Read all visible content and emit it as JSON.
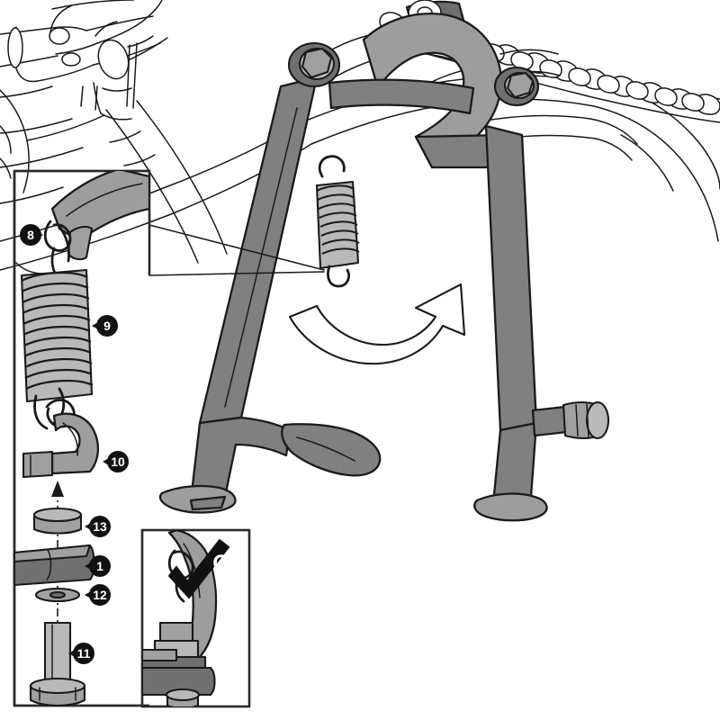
{
  "document": {
    "type": "technical-parts-diagram",
    "subject": "Motorcycle centre stand installation",
    "background_color": "#ffffff",
    "line_color": "#1a1a1a"
  },
  "palette": {
    "outline": "#1a1a1a",
    "stand_gray": "#808080",
    "stand_gray_dark": "#6e6e6e",
    "part_light": "#b9b9b9",
    "part_mid": "#a0a0a0",
    "part_dark": "#707070",
    "bubble_fill": "#111111",
    "bubble_text": "#ffffff",
    "white": "#ffffff"
  },
  "main_view": {
    "name": "centre-stand-installed-view",
    "description": "Motorcycle centre stand mounted under the frame, shown in grey against line-art bike",
    "background_lineart": [
      "frame",
      "engine-case",
      "swingarm",
      "drive-chain",
      "exhaust",
      "footpeg-bracket"
    ],
    "rotation_arrow": {
      "name": "rotation-arrow",
      "style": "curved white arrow with black outline",
      "direction": "counter-clockwise-up-right"
    },
    "spring_detail": {
      "name": "return-spring",
      "description": "coil spring with hooked ends attached to stand"
    }
  },
  "detail_box_spring": {
    "name": "spring-detail-inset",
    "leader": "line from inset to spring hook in main view",
    "callouts": [
      {
        "id": "8",
        "label": "8",
        "part": "spring-upper-hook"
      },
      {
        "id": "9",
        "label": "9",
        "part": "return-spring"
      }
    ]
  },
  "exploded_assembly": {
    "name": "pivot-bolt-exploded-stack",
    "axis": "vertical dash-dot centre line",
    "arrow": "assembly direction arrow pointing up",
    "callouts": [
      {
        "id": "10",
        "label": "10",
        "part": "stand-bracket-hook"
      },
      {
        "id": "13",
        "label": "13",
        "part": "spacer-bush"
      },
      {
        "id": "1",
        "label": "1",
        "part": "centre-stand-bracket"
      },
      {
        "id": "12",
        "label": "12",
        "part": "washer"
      },
      {
        "id": "11",
        "label": "11",
        "part": "hex-head-bolt"
      }
    ]
  },
  "ok_inset": {
    "name": "correct-assembly-inset",
    "label": "OK",
    "check_mark": "check-icon",
    "description": "close-up showing correctly fitted bracket and bolt"
  }
}
